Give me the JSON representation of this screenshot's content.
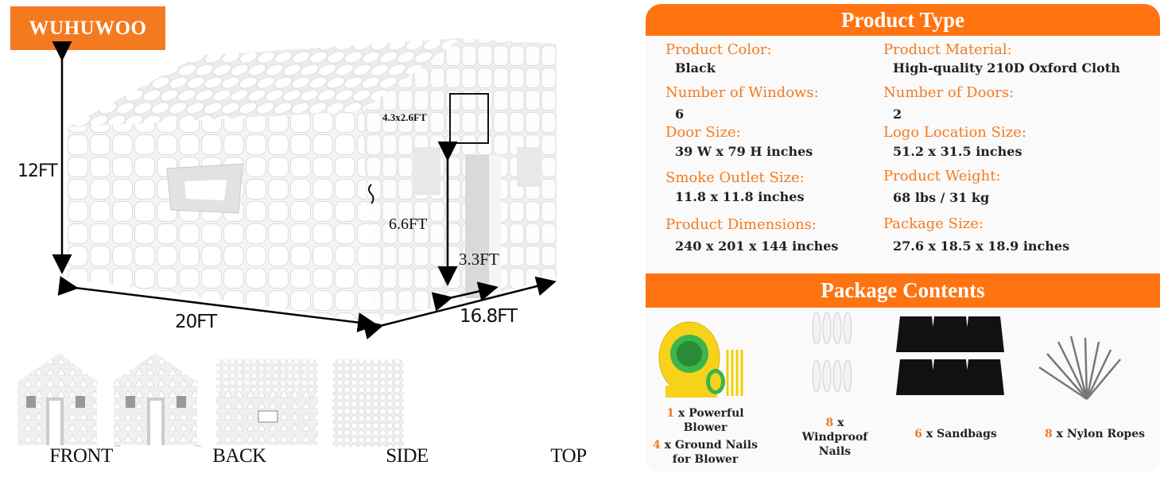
{
  "brand": {
    "name": "WUHUWOO",
    "color": "#f47a1f"
  },
  "diagram": {
    "height_label": "12FT",
    "length_label": "20FT",
    "width_label": "16.8FT",
    "door_height_label": "6.6FT",
    "door_width_label": "3.3FT",
    "logo_area_label": "4.3x2.6FT"
  },
  "views": [
    {
      "label": "FRONT"
    },
    {
      "label": "BACK"
    },
    {
      "label": "SIDE"
    },
    {
      "label": "TOP"
    }
  ],
  "product_type": {
    "title": "Product Type",
    "accent_color": "#ff7311",
    "specs": [
      {
        "label": "Product Color:",
        "value": "Black"
      },
      {
        "label": "Product Material:",
        "value": "High-quality 210D Oxford Cloth"
      },
      {
        "label": "Number of Windows:",
        "value": "6"
      },
      {
        "label": "Number of Doors:",
        "value": "2"
      },
      {
        "label": "Door Size:",
        "value": "39 W x 79 H inches"
      },
      {
        "label": "Logo Location Size:",
        "value": "51.2 x 31.5 inches"
      },
      {
        "label": "Smoke Outlet Size:",
        "value": "11.8 x 11.8 inches"
      },
      {
        "label": "Product Weight:",
        "value": "68 lbs / 31 kg"
      },
      {
        "label": "Product Dimensions:",
        "value": "240 x 201 x 144 inches"
      },
      {
        "label": "Package Size:",
        "value": "27.6 x 18.5 x 18.9 inches"
      }
    ]
  },
  "package_contents": {
    "title": "Package Contents",
    "items": [
      {
        "icon": "blower-icon",
        "qty": "1",
        "text": "x Powerful Blower",
        "qty2": "4",
        "text2": "x Ground Nails for Blower"
      },
      {
        "icon": "windproof-nails-icon",
        "qty": "8",
        "text": "x Windproof Nails"
      },
      {
        "icon": "sandbag-icon",
        "qty": "6",
        "text": "x Sandbags"
      },
      {
        "icon": "nylon-ropes-icon",
        "qty": "8",
        "text": "x Nylon Ropes"
      }
    ]
  }
}
